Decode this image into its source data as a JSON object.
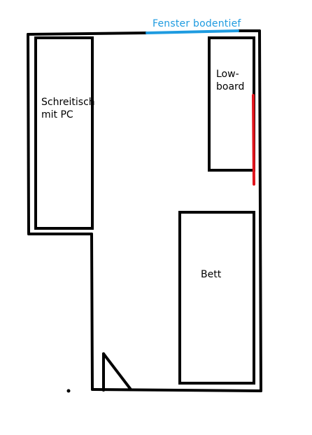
{
  "labels": {
    "window": "Fenster bodentief",
    "desk_line1": "Schreitisch",
    "desk_line2": "mit PC",
    "lowboard_line1": "Low-",
    "lowboard_line2": "board",
    "bed": "Bett"
  },
  "colors": {
    "walls": "#000000",
    "window": "#1e9be0",
    "marker": "#e0141c",
    "background": "#ffffff"
  }
}
